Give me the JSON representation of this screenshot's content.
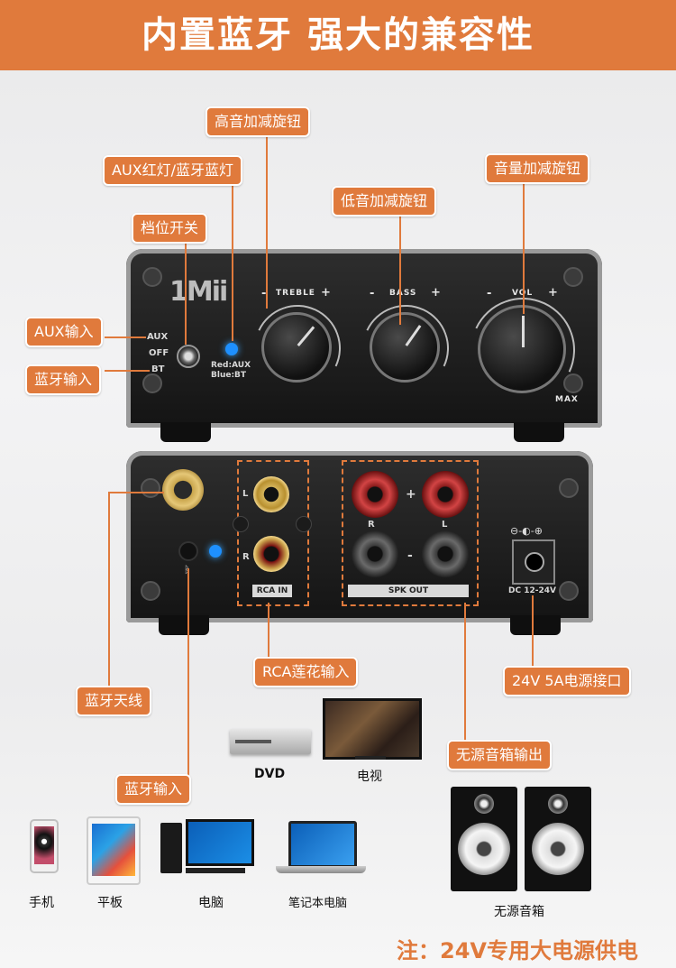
{
  "banner": {
    "title": "内置蓝牙  强大的兼容性"
  },
  "front_labels": {
    "treble_knob": "高音加减旋钮",
    "led": "AUX红灯/蓝牙蓝灯",
    "bass_knob": "低音加减旋钮",
    "volume_knob": "音量加减旋钮",
    "switch": "档位开关",
    "aux_input": "AUX输入",
    "bt_input": "蓝牙输入"
  },
  "front_panel": {
    "logo": "1Mii",
    "treble": "TREBLE",
    "bass": "BASS",
    "vol": "VOL",
    "minus": "-",
    "plus": "+",
    "switch_aux": "AUX",
    "switch_off": "OFF",
    "switch_bt": "BT",
    "led_red": "Red:AUX",
    "led_blue": "Blue:BT",
    "max": "MAX"
  },
  "back_panel": {
    "rca_in": "RCA IN",
    "spk_out": "SPK OUT",
    "dc": "DC 12-24V",
    "l": "L",
    "r": "R",
    "plus": "+",
    "minus": "-"
  },
  "back_labels": {
    "rca": "RCA莲花输入",
    "bt_antenna": "蓝牙天线",
    "power": "24V 5A电源接口",
    "speaker_out": "无源音箱输出",
    "bt_input": "蓝牙输入"
  },
  "devices": {
    "dvd": "DVD",
    "tv": "电视",
    "phone": "手机",
    "tablet": "平板",
    "pc": "电脑",
    "laptop": "笔记本电脑",
    "speakers": "无源音箱"
  },
  "note": "注：24V专用大电源供电",
  "colors": {
    "accent": "#e07a3c",
    "led_blue": "#1e90ff"
  }
}
